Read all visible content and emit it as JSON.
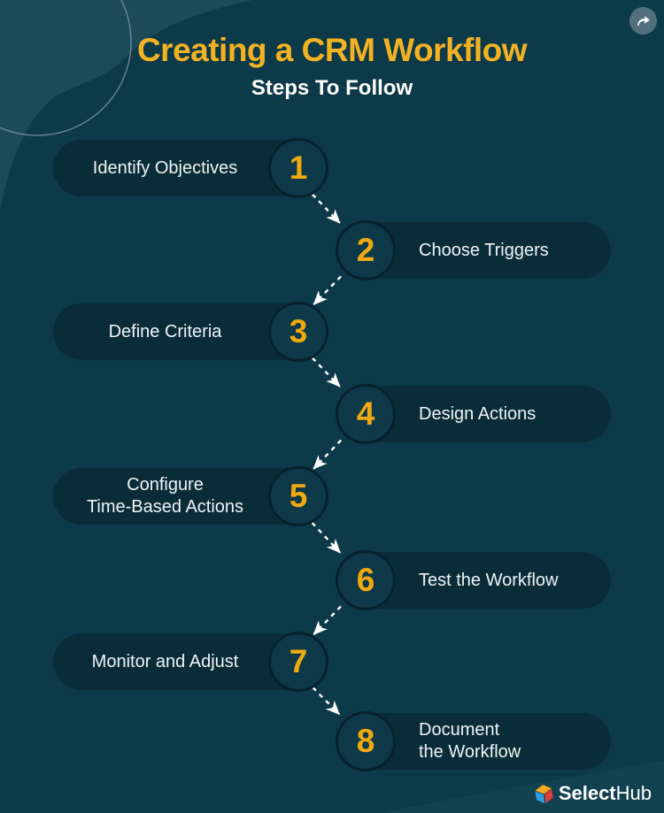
{
  "header": {
    "title": "Creating a CRM Workflow",
    "subtitle": "Steps To Follow"
  },
  "steps": [
    {
      "number": "1",
      "label_lines": [
        "Identify Objectives"
      ],
      "side": "left"
    },
    {
      "number": "2",
      "label_lines": [
        "Choose Triggers"
      ],
      "side": "right"
    },
    {
      "number": "3",
      "label_lines": [
        "Define Criteria"
      ],
      "side": "left"
    },
    {
      "number": "4",
      "label_lines": [
        "Design Actions"
      ],
      "side": "right"
    },
    {
      "number": "5",
      "label_lines": [
        "Configure",
        "Time-Based Actions"
      ],
      "side": "left"
    },
    {
      "number": "6",
      "label_lines": [
        "Test the Workflow"
      ],
      "side": "right"
    },
    {
      "number": "7",
      "label_lines": [
        "Monitor and Adjust"
      ],
      "side": "left"
    },
    {
      "number": "8",
      "label_lines": [
        "Document",
        "the Workflow"
      ],
      "side": "right"
    }
  ],
  "footer": {
    "brand_bold": "Select",
    "brand_light": "Hub"
  },
  "icons": {
    "top_right": "share-arrow-icon",
    "footer_logo": "selecthub-cube-icon"
  },
  "colors": {
    "background": "#0d3a48",
    "pill": "#0a2c39",
    "circle_fill": "#0e3948",
    "circle_ring": "#06222d",
    "accent_gold": "#f0a90f",
    "title_gold": "#f4b223",
    "text_white": "#eef4f5",
    "deco_light": "#1d4a59",
    "share_button": "#51707c",
    "logo_orange": "#f5a81c",
    "logo_blue": "#2f9fe0",
    "logo_red": "#e23c3c"
  }
}
